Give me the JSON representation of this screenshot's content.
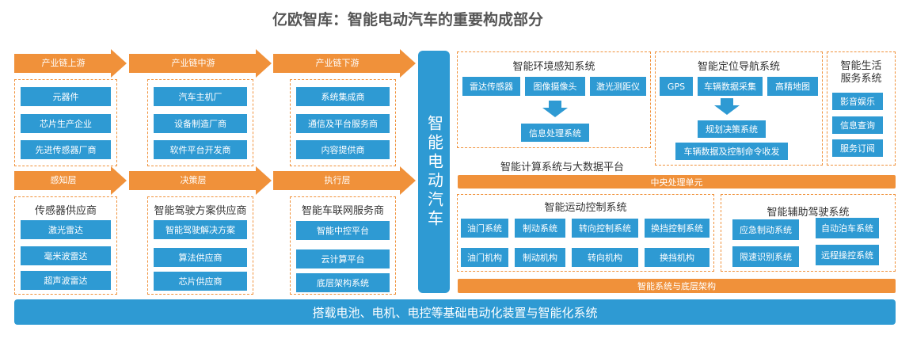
{
  "title": "亿欧智库：智能电动汽车的重要构成部分",
  "arrows": {
    "upstream": "产业链上游",
    "midstream": "产业链中游",
    "downstream": "产业链下游",
    "perception": "感知层",
    "decision": "决策层",
    "execution": "执行层"
  },
  "upstream_items": [
    "元器件",
    "芯片生产企业",
    "先进传感器厂商"
  ],
  "midstream_items": [
    "汽车主机厂",
    "设备制造厂商",
    "软件平台开发商"
  ],
  "downstream_items": [
    "系统集成商",
    "通信及平台服务商",
    "内容提供商"
  ],
  "sensor": {
    "title": "传感器供应商",
    "items": [
      "激光雷达",
      "毫米波雷达",
      "超声波雷达"
    ]
  },
  "adsolution": {
    "title": "智能驾驶方案供应商",
    "items": [
      "智能驾驶解决方案",
      "算法供应商",
      "芯片供应商"
    ]
  },
  "iov": {
    "title": "智能车联网服务商",
    "items": [
      "智能中控平台",
      "云计算平台",
      "底层架构系统"
    ]
  },
  "center": "智能电动汽车",
  "env": {
    "title": "智能环境感知系统",
    "items": [
      "雷达传感器",
      "图像摄像头",
      "激光测距仪"
    ],
    "result": "信息处理系统"
  },
  "nav": {
    "title": "智能定位导航系统",
    "items": [
      "GPS",
      "车辆数据采集",
      "高精地图"
    ],
    "plan": "规划决策系统",
    "ctrl": "车辆数据及控制命令收发"
  },
  "life": {
    "title": "智能生活服务系统",
    "items": [
      "影音娱乐",
      "信息查询",
      "服务订阅"
    ]
  },
  "compute_label": "智能计算系统与大数据平台",
  "cpu": "中央处理单元",
  "motion": {
    "title": "智能运动控制系统",
    "row1": [
      "油门系统",
      "制动系统",
      "转向控制系统",
      "换挡控制系统"
    ],
    "row2": [
      "油门机构",
      "制动机构",
      "转向机构",
      "换挡机构"
    ]
  },
  "assist": {
    "title": "智能辅助驾驶系统",
    "items": [
      "应急制动系统",
      "自动泊车系统",
      "限速识别系统",
      "远程操控系统"
    ]
  },
  "base_arch": "智能系统与底层架构",
  "bottom": "搭载电池、电机、电控等基础电动化装置与智能化系统",
  "colors": {
    "orange": "#f0913a",
    "blue": "#2e9ad3"
  }
}
